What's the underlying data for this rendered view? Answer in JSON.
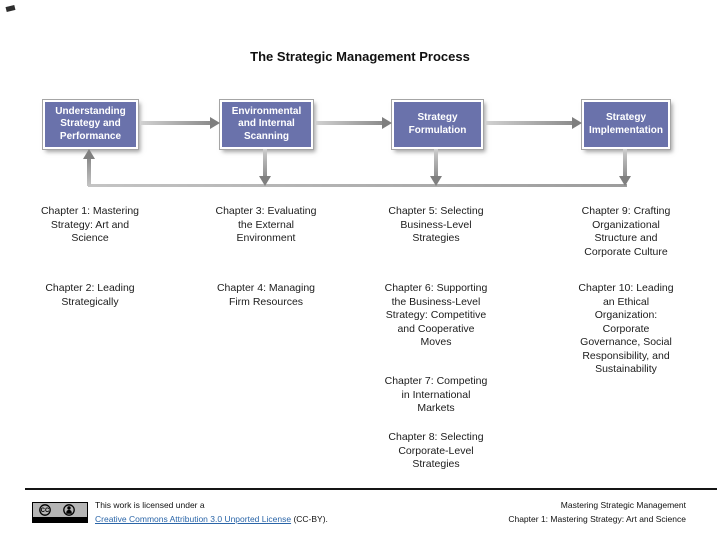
{
  "diagram": {
    "title": "The Strategic Management Process",
    "boxes": [
      {
        "name": "understanding-strategy-and-performance",
        "label": "Understanding\nStrategy and\nPerformance"
      },
      {
        "name": "environmental-and-internal-scanning",
        "label": "Environmental\nand Internal\nScanning"
      },
      {
        "name": "strategy-formulation",
        "label": "Strategy\nFormulation"
      },
      {
        "name": "strategy-implementation",
        "label": "Strategy\nImplementation"
      }
    ],
    "columns": [
      {
        "chapters": [
          "Chapter 1: Mastering\nStrategy: Art and\nScience",
          "Chapter 2: Leading\nStrategically"
        ]
      },
      {
        "chapters": [
          "Chapter 3: Evaluating\nthe External\nEnvironment",
          "Chapter 4: Managing\nFirm Resources"
        ]
      },
      {
        "chapters": [
          "Chapter 5: Selecting\nBusiness-Level\nStrategies",
          "Chapter 6: Supporting\nthe Business-Level\nStrategy: Competitive\nand Cooperative\nMoves",
          "Chapter 7: Competing\nin International\nMarkets",
          "Chapter 8: Selecting\nCorporate-Level\nStrategies"
        ]
      },
      {
        "chapters": [
          "Chapter 9: Crafting\nOrganizational\nStructure and\nCorporate Culture",
          "Chapter 10: Leading\nan Ethical\nOrganization:\nCorporate\nGovernance, Social\nResponsibility, and\nSustainability"
        ]
      }
    ],
    "colors": {
      "box_fill": "#6a72ab",
      "box_text": "#ffffff",
      "arrow_gray": "#7f7f7f",
      "feedback_line": "#b5b5b5"
    }
  },
  "footer": {
    "license_prefix": "This work is licensed under a",
    "license_link": "Creative Commons Attribution 3.0 Unported License",
    "license_suffix": " (CC-BY).",
    "badge_icon": "cc-by-license-badge",
    "book_title": "Mastering Strategic Management",
    "chapter_reference": "Chapter 1: Mastering Strategy: Art and Science",
    "link_color": "#2a65a8"
  }
}
